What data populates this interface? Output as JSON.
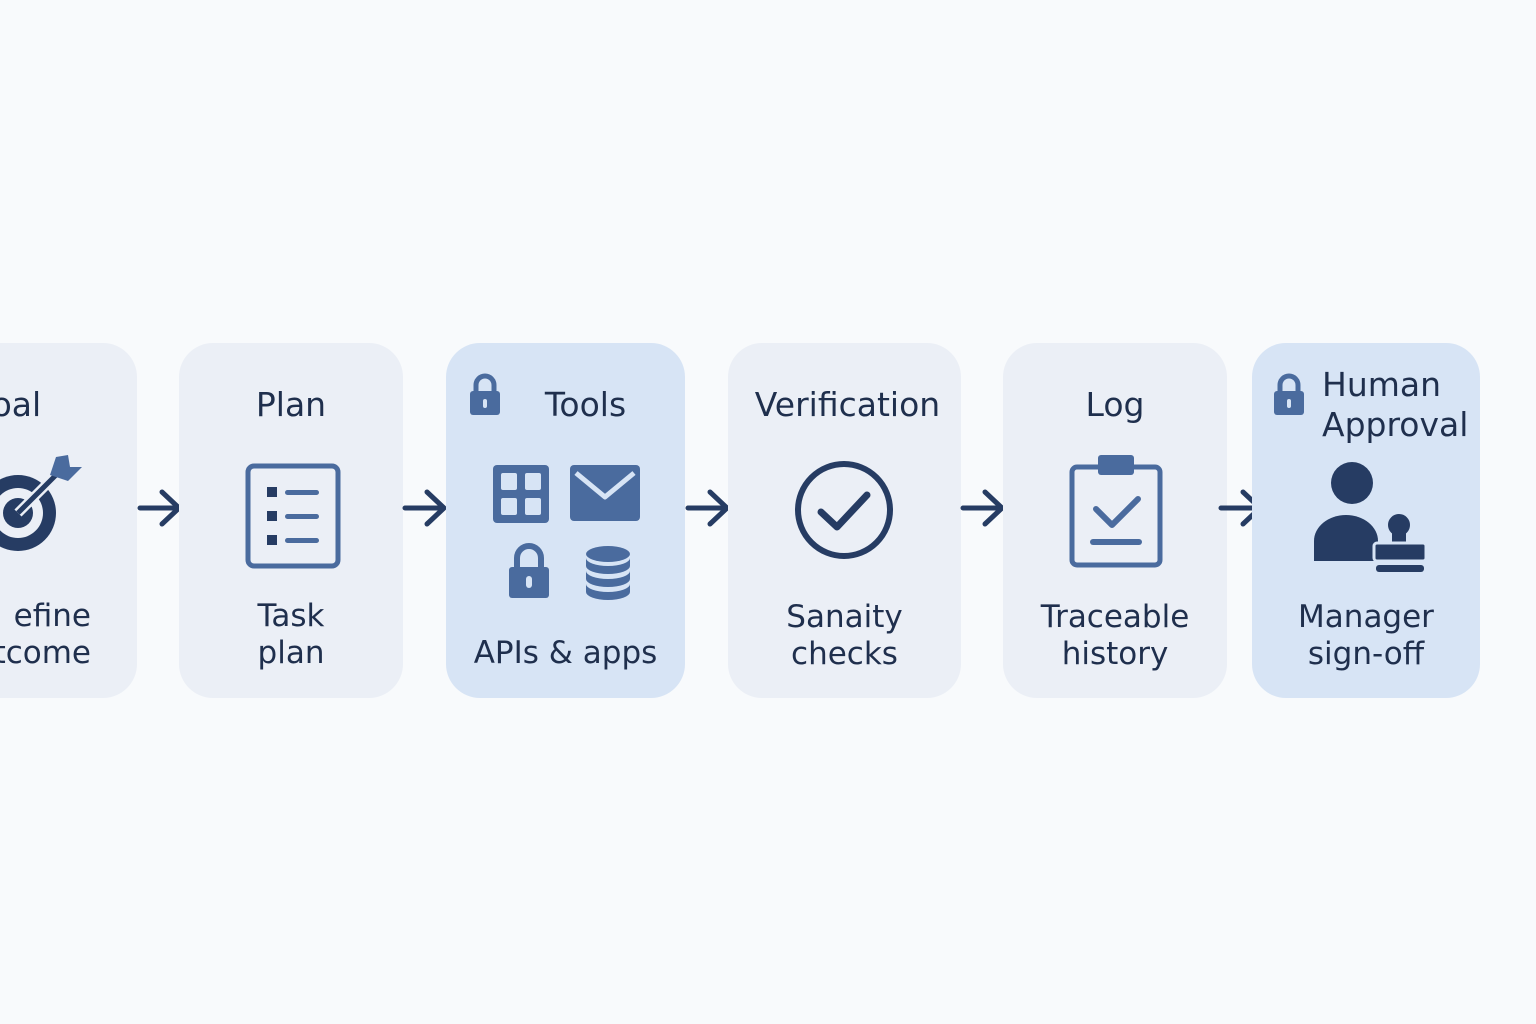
{
  "colors": {
    "background": "#f8fafc",
    "card": "#ebeff6",
    "card_highlight": "#d7e4f5",
    "text": "#1f2f4d",
    "icon_dark": "#263c63",
    "icon_mid": "#4a6b9e"
  },
  "steps": [
    {
      "title": "Goal",
      "caption_lines": [
        "efine",
        "tcome"
      ],
      "icon": "target-icon",
      "highlighted": false
    },
    {
      "title": "Plan",
      "caption_lines": [
        "Task",
        "plan"
      ],
      "icon": "checklist-icon",
      "highlighted": false
    },
    {
      "title": "Tools",
      "caption_lines": [
        "APIs & apps"
      ],
      "icon": "tools-icons",
      "locked": true,
      "highlighted": true
    },
    {
      "title": "Verification",
      "caption_lines": [
        "Sanaity",
        "checks"
      ],
      "icon": "check-circle-icon",
      "highlighted": false
    },
    {
      "title": "Log",
      "caption_lines": [
        "Traceable",
        "history"
      ],
      "icon": "clipboard-check-icon",
      "highlighted": false
    },
    {
      "title_lines": [
        "Human",
        "Approval"
      ],
      "caption_lines": [
        "Manager",
        "sign-off"
      ],
      "icon": "user-stamp-icon",
      "locked": true,
      "highlighted": true
    }
  ]
}
